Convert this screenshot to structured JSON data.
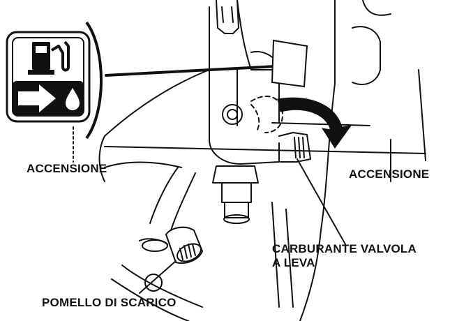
{
  "labels": {
    "accensione_left": "ACCENSIONE",
    "accensione_right": "ACCENSIONE",
    "fuel_valve_line1": "CARBURANTE VALVOLA",
    "fuel_valve_line2": "A LEVA",
    "drain_knob": "POMELLO DI SCARICO"
  },
  "icons": {
    "panel": "fuel-pump-arrow-drop-icon"
  },
  "colors": {
    "ink": "#111111",
    "paper": "#ffffff"
  }
}
